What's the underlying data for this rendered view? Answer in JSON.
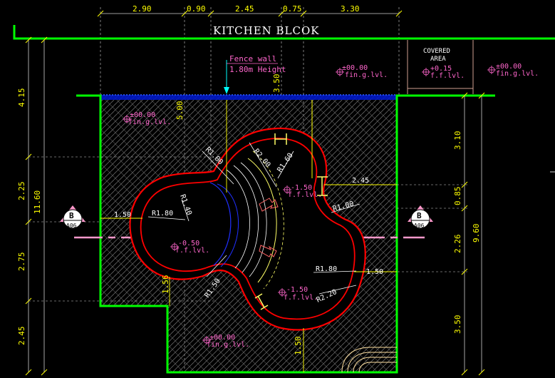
{
  "title": "KITCHEN BLCOK",
  "top_dimensions": [
    "2.90",
    "0.90",
    "2.45",
    "0.75",
    "3.30"
  ],
  "left_dimensions": {
    "overall": "11.60",
    "segments": [
      "4.15",
      "2.25",
      "2.75",
      "2.45"
    ]
  },
  "right_dimensions": {
    "overall": "9.60",
    "segments": [
      "3.10",
      "0.85",
      "2.26",
      "3.50"
    ]
  },
  "inner_dimensions": {
    "d350": "3.50",
    "d500": "5.00",
    "d245": "2.45",
    "d150_left": "1.50",
    "d150_right": "1.50",
    "d150_bottom": "1.50",
    "d156": "1.56"
  },
  "radii": {
    "r100_top": "R1.00",
    "r200": "R2.00",
    "r160": "R1.60",
    "r180_left": "R1.80",
    "r140": "R1.40",
    "r100_right": "R1.00",
    "r180_right": "R1.80",
    "r220": "R2.20",
    "r150": "R1.50"
  },
  "annotations": {
    "fence_wall": "Fence wall",
    "fence_height": "1.80m  Height",
    "covered_area_1": "COVERED",
    "covered_area_2": "AREA"
  },
  "levels": {
    "top_center": {
      "value": "±00.00",
      "label": "fin.g.lvl."
    },
    "covered": {
      "value": "+0.15",
      "label": "f.f.lvl."
    },
    "top_right": {
      "value": "±00.00",
      "label": "fin.g.lvl."
    },
    "pool_area": {
      "value": "±00.00",
      "label": "fin.g.lvl."
    },
    "step": {
      "value": "-1.50",
      "label": "f.f.lvl."
    },
    "shallow": {
      "value": "-0.50",
      "label": "f.f.lvl."
    },
    "deep": {
      "value": "-1.50",
      "label": "f.f.lvl."
    },
    "bottom": {
      "value": "±00.00",
      "label": "fin.g.lvl."
    }
  },
  "section_markers": {
    "left": {
      "letter": "B",
      "sheet": "A06"
    },
    "right": {
      "letter": "B",
      "sheet": "A06"
    }
  },
  "colors": {
    "background": "#000000",
    "wall": "#00ff00",
    "pool_edge": "#ff0000",
    "dimension": "#ffff00",
    "level_text": "#ff66cc",
    "fence": "#0000ff",
    "hatch": "#6a6a6a",
    "section_line": "#ff99cc"
  }
}
